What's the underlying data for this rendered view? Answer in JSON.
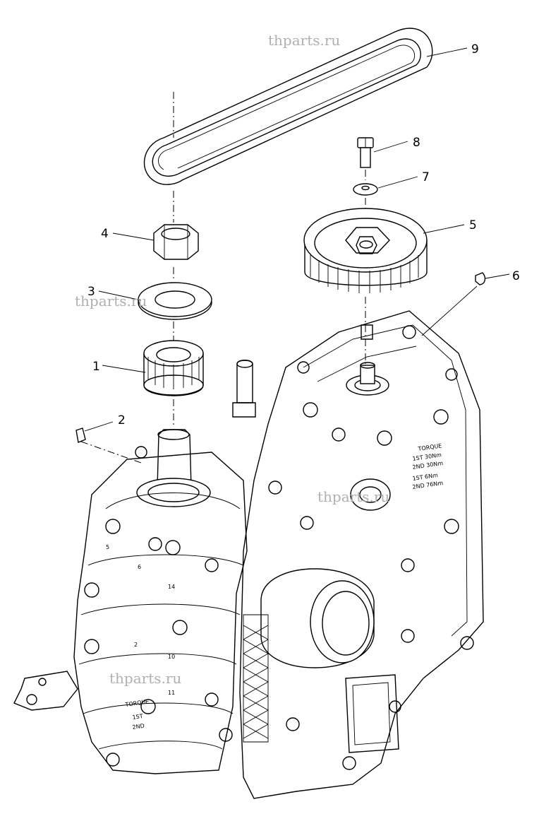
{
  "callouts": [
    {
      "label": "1"
    },
    {
      "label": "2"
    },
    {
      "label": "3"
    },
    {
      "label": "4"
    },
    {
      "label": "5"
    },
    {
      "label": "6"
    },
    {
      "label": "7"
    },
    {
      "label": "8"
    },
    {
      "label": "9"
    }
  ],
  "watermarks": [
    "thparts.ru",
    "thparts.ru",
    "thparts.ru",
    "thparts.ru"
  ],
  "engraved": {
    "torque_right": [
      "TORQUE",
      "1ST 30Nm",
      "2ND 30Nm",
      "1ST 6Nm",
      "2ND 76Nm"
    ],
    "torque_left": [
      "TORQUE",
      "1ST",
      "2ND"
    ],
    "numbers": [
      "14",
      "10",
      "11",
      "2",
      "6",
      "5"
    ]
  }
}
